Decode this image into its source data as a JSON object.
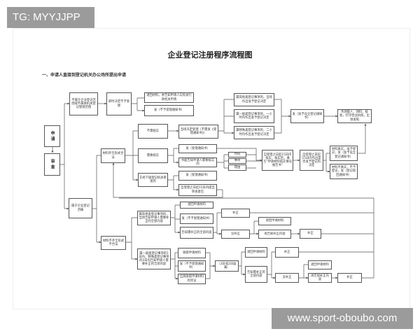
{
  "overlay_tag": "TG: MYYJJPP",
  "watermark": "www.sport-oboubo.com",
  "title": "企业登记注册程序流程图",
  "subtitle": "一、申请人直接到登记机关办公场所提出申请",
  "boxes": {
    "apply": "申请",
    "review": "审查",
    "out_scope": "不属于企业登记范围或不属本机关登记管辖范围",
    "reject_now": "即时决定不予受理",
    "return_tell": "退回材料，并告知申请人向有关行政机关申请",
    "issue_reject": "发（不予受理通知书）",
    "no_verify": "不需核实",
    "accept_now": "当场决定受理（不需发《受理通知书》）",
    "complete": "材料齐全形式合法",
    "need_verify": "需要核实",
    "issue_accept1": "发（受理通知书）",
    "notify_verify": "书面告知申请人需要核实的",
    "lower_review": "先经下级登记机关审查的",
    "issue_accept2": "发（受理通知书）",
    "review_15": "自受理之日起15日内提出审查意见",
    "in_scope": "属于企业登记范畴",
    "simple": "属简易类登记事项的，当场作出准予登记决定",
    "general": "属一般类登记事项的，一小时内作出准予登记决定",
    "special": "属特殊类登记事项的，二小时内作出准予登记决定",
    "issue_approve": "发（准予设立登记通知书）",
    "collect": "凭领取人、领料、核准，打印营业执照，出领发照",
    "time": "时间",
    "matter": "事项",
    "reason": "理由",
    "verify_15": "自受理之日起15日内核实，核实后，填写“申请材料核实情况报告书”",
    "decide_15": "自受理之日起15日内作出是否准予登记的决定",
    "true_ok": "材料真实，准予登记，发（准予设立登记通知书）",
    "false_no": "材料不真实，不予登记，发（登记驳回通知书）",
    "incomplete": "材料不齐全形式不合法",
    "simple_notify": "属简易类登记事项的，当场告知申请人需要补正的全部内容",
    "ret1": "退回申请材料",
    "rej1": "发（不予受理通知书）",
    "tell1": "告知需补正的全部内容",
    "fix1": "补正",
    "nofix1": "没补正",
    "ret2": "退回申请材料",
    "retell1": "再告知补正内容",
    "fix2": "补正",
    "general_notify": "属一般类登记事项的1日内、特殊类登记事项的3日内告知申请人需要补正的全部内容",
    "receive": "收取申请材料",
    "rej2": "发（不予受理通知书）",
    "receipt": "出具收取申请材料的凭证",
    "expire": "（3日或2日届满）",
    "ret3": "退回申请材料",
    "tell2": "告知需补正的全部内容",
    "fix3": "补正",
    "nofix2": "没补正",
    "ret4": "退回申请材料",
    "retell2": "再告知补正内容",
    "fix4": "补正"
  }
}
